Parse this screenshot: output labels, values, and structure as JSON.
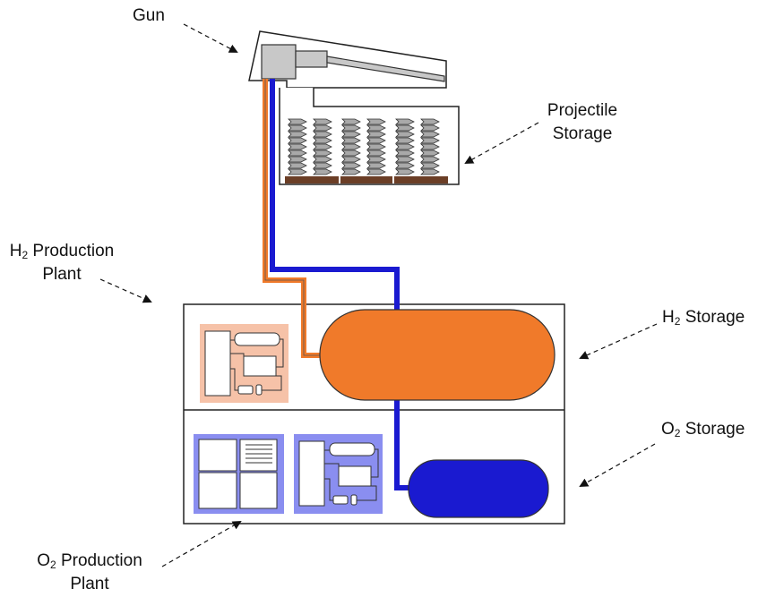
{
  "labels": {
    "gun": "Gun",
    "projectile_storage_1": "Projectile",
    "projectile_storage_2": "Storage",
    "h2_production_prefix": "H",
    "h2_production_sub": "2",
    "h2_production_suffix": " Production",
    "h2_production_line2": "Plant",
    "h2_storage_prefix": "H",
    "h2_storage_sub": "2",
    "h2_storage_suffix": " Storage",
    "o2_storage_prefix": "O",
    "o2_storage_sub": "2",
    "o2_storage_suffix": " Storage",
    "o2_production_prefix": "O",
    "o2_production_sub": "2",
    "o2_production_suffix": " Production",
    "o2_production_line2": "Plant"
  },
  "colors": {
    "hydrogen": "#f07a2a",
    "oxygen": "#1a1ad0",
    "h2_plant_fill": "#f6c2a8",
    "o2_plant_fill": "#8a8ef0",
    "gun_breech": "#c8c8c8",
    "storage_pallet": "#6b3e26"
  }
}
